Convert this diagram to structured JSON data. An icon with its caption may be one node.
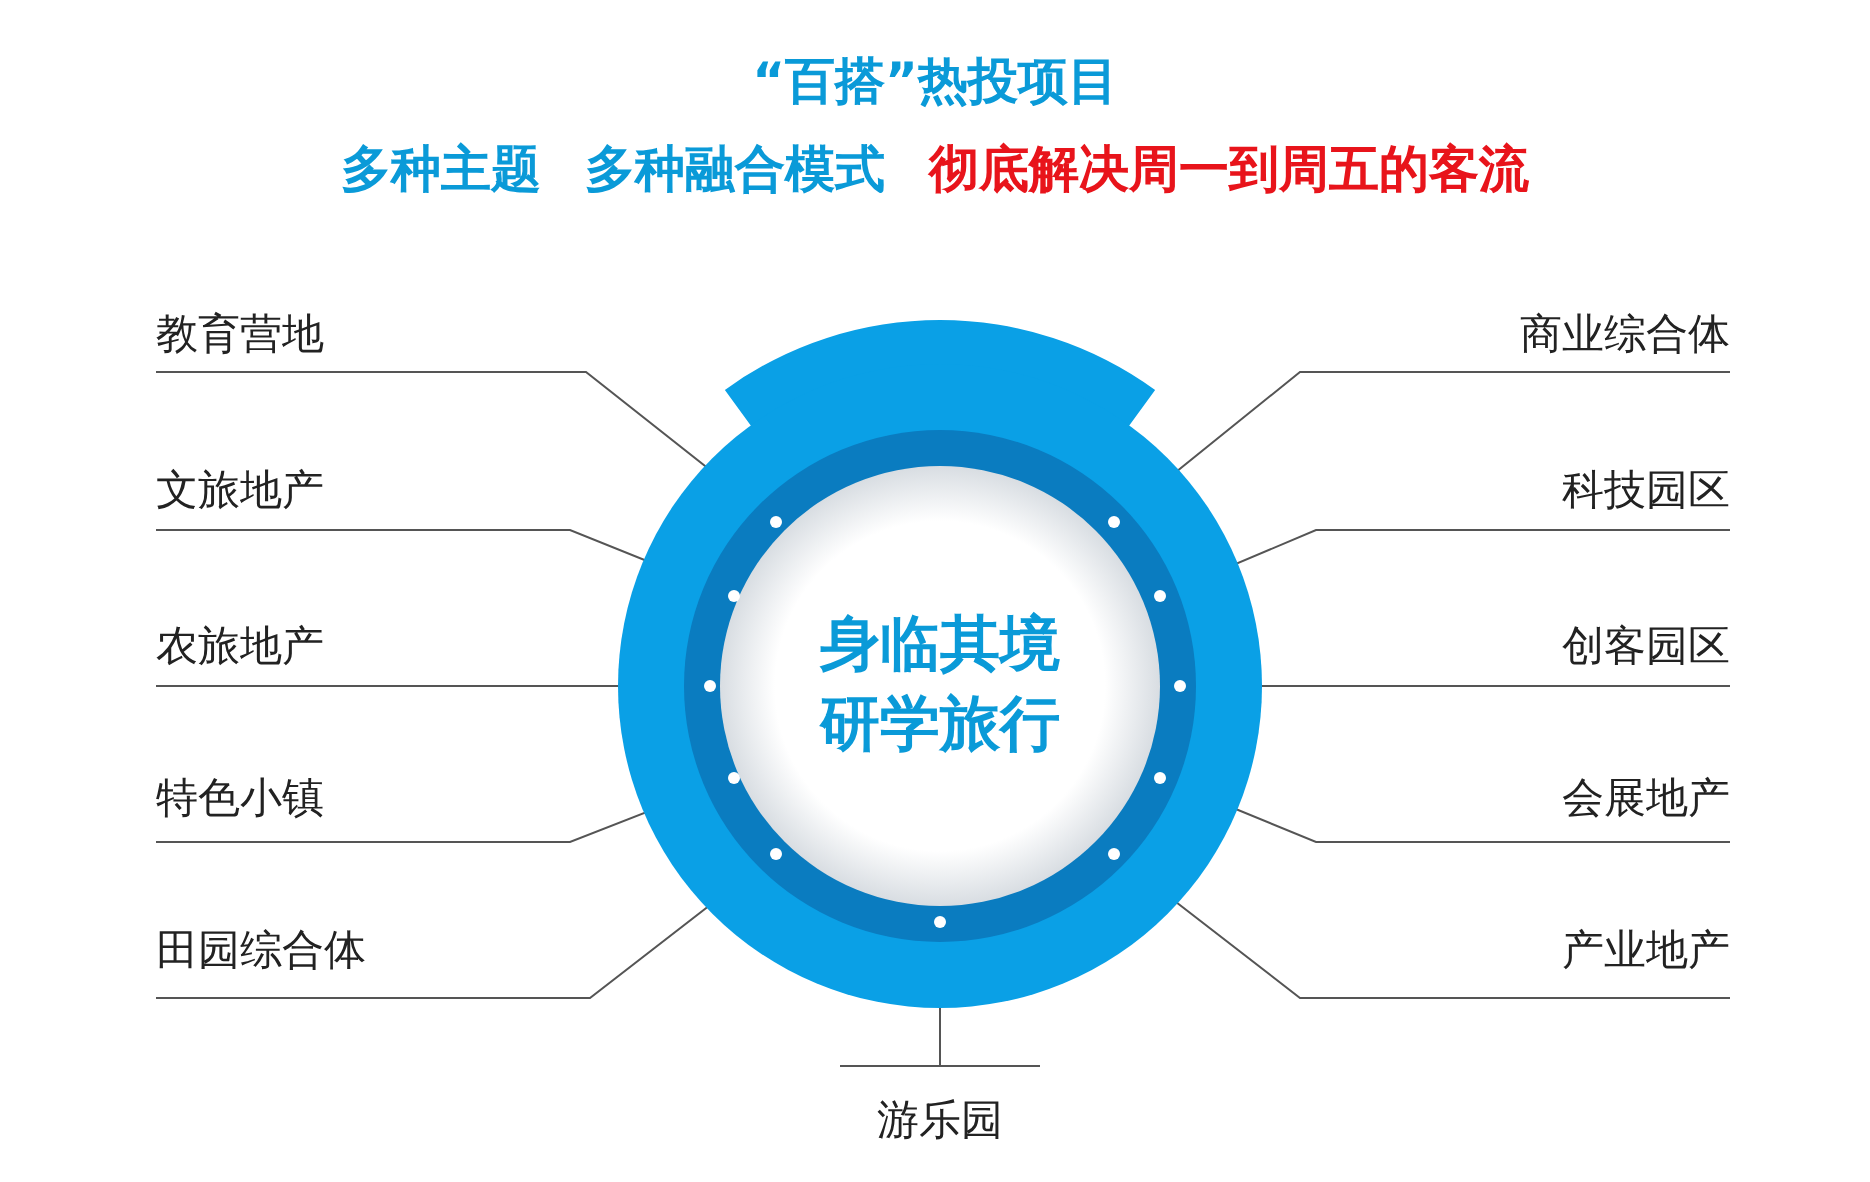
{
  "diagram": {
    "title": "“百搭”热投项目",
    "nodes": [
      {
        "text": [
          "身临其境研学旅行"
        ]
      },
      {
        "text": [
          "教育营地"
        ]
      },
      {
        "text": [
          "商业综合体"
        ]
      },
      {
        "text": [
          "文旅地产"
        ]
      },
      {
        "text": [
          "科技园区"
        ]
      },
      {
        "text": [
          "农旅地产"
        ]
      },
      {
        "text": [
          "创客园区"
        ]
      },
      {
        "text": [
          "特色小镇"
        ]
      },
      {
        "text": [
          "会展地产"
        ]
      },
      {
        "text": [
          "田园综合体"
        ]
      },
      {
        "text": [
          "产业地产"
        ]
      },
      {
        "text": [
          "游乐园"
        ]
      },
      {
        "text": [],
        "shape": "circle",
        "in": 0
      },
      {
        "text": [],
        "shape": "circle",
        "in": 0
      },
      {
        "text": [],
        "shape": "circle",
        "in": 0
      },
      {
        "text": [],
        "shape": "circle",
        "in": 0
      },
      {
        "text": [],
        "shape": "circle",
        "in": 0
      },
      {
        "text": [],
        "shape": "circle",
        "in": 0
      },
      {
        "text": [],
        "shape": "circle",
        "in": 0
      },
      {
        "text": [],
        "shape": "circle",
        "in": 0
      },
      {
        "text": [],
        "shape": "circle",
        "in": 0
      },
      {
        "text": [],
        "shape": "circle",
        "in": 0
      },
      {
        "text": [],
        "shape": "circle",
        "in": 0
      }
    ],
    "edges": [
      {
        "from": 1,
        "to": 12,
        "arrow": "none"
      },
      {
        "from": 2,
        "to": 13,
        "arrow": "none"
      },
      {
        "from": 3,
        "to": 14,
        "arrow": "none"
      },
      {
        "from": 4,
        "to": 15,
        "arrow": "none"
      },
      {
        "from": 5,
        "to": 16,
        "arrow": "none"
      },
      {
        "from": 6,
        "to": 17,
        "arrow": "none"
      },
      {
        "from": 7,
        "to": 18,
        "arrow": "none"
      },
      {
        "from": 8,
        "to": 19,
        "arrow": "none"
      },
      {
        "from": 9,
        "to": 20,
        "arrow": "none"
      },
      {
        "from": 10,
        "to": 21,
        "arrow": "none"
      },
      {
        "from": 11,
        "to": 22,
        "arrow": "none"
      }
    ],
    "labels": [
      "多种主题",
      "多种融合模式",
      "彻底解决周一到周五的客流"
    ]
  }
}
